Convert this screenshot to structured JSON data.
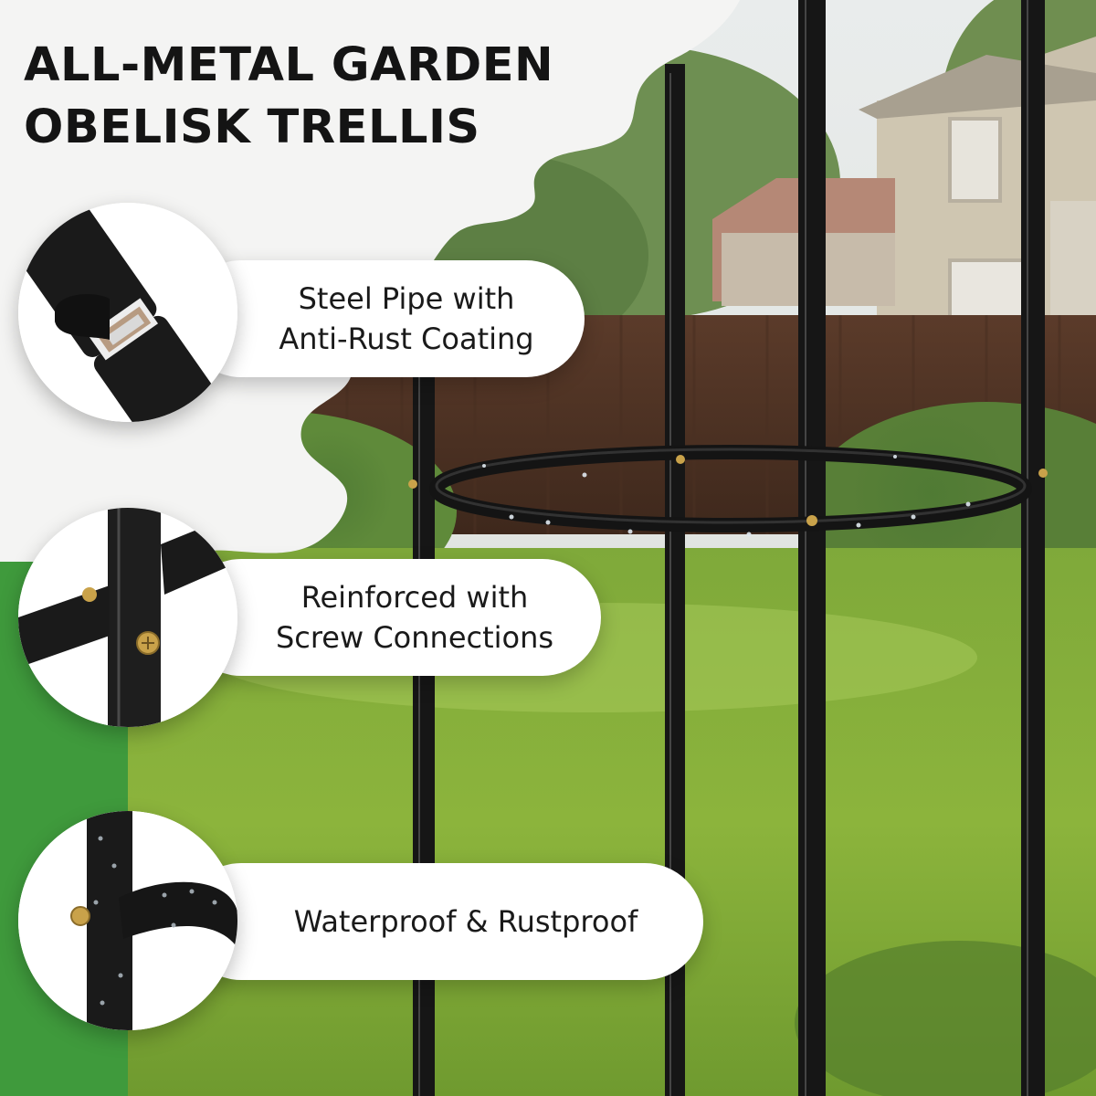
{
  "title": {
    "line1": "ALL-METAL GARDEN",
    "line2": "OBELISK TRELLIS"
  },
  "features": [
    {
      "line1": "Steel Pipe with",
      "line2": "Anti-Rust Coating",
      "icon": "coated-pipe-icon"
    },
    {
      "line1": "Reinforced with",
      "line2": "Screw Connections",
      "icon": "screw-joint-icon"
    },
    {
      "line1": "Waterproof & Rustproof",
      "line2": "",
      "icon": "wet-pipe-icon"
    }
  ],
  "colors": {
    "accent_green": "#3f9a3c",
    "text": "#141414",
    "metal": "#1c1c1c",
    "brass": "#c9a24a"
  }
}
